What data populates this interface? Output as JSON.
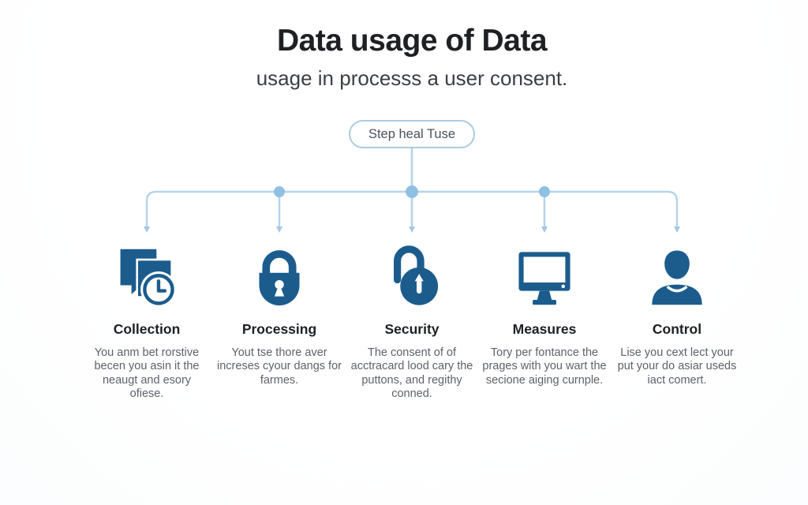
{
  "header": {
    "title": "Data usage of Data",
    "subtitle": "usage in processs a user consent."
  },
  "step_pill": {
    "label": "Step heal Tuse"
  },
  "colors": {
    "icon_blue": "#1b5c8d",
    "connector_line": "#b7d3e9",
    "connector_dot": "#8fc0e3",
    "title_text": "#1e2023",
    "body_text": "#5d6269",
    "pill_border": "#accbdf"
  },
  "columns": [
    {
      "icon": "documents-clock-icon",
      "label": "Collection",
      "description": "You anm bet rorstive becen you asin it the neaugt and esory ofiese."
    },
    {
      "icon": "closed-padlock-icon",
      "label": "Processing",
      "description": "Yout tse thore aver increses cyour dangs for farmes."
    },
    {
      "icon": "open-padlock-icon",
      "label": "Security",
      "description": "The consent of of acctracard lood cary the puttons, and regithy conned."
    },
    {
      "icon": "monitor-icon",
      "label": "Measures",
      "description": "Tory per fontance the prages with you wart the secione aiging curnple."
    },
    {
      "icon": "person-icon",
      "label": "Control",
      "description": "Lise you cext lect your put your do asiar useds iact comert."
    }
  ]
}
